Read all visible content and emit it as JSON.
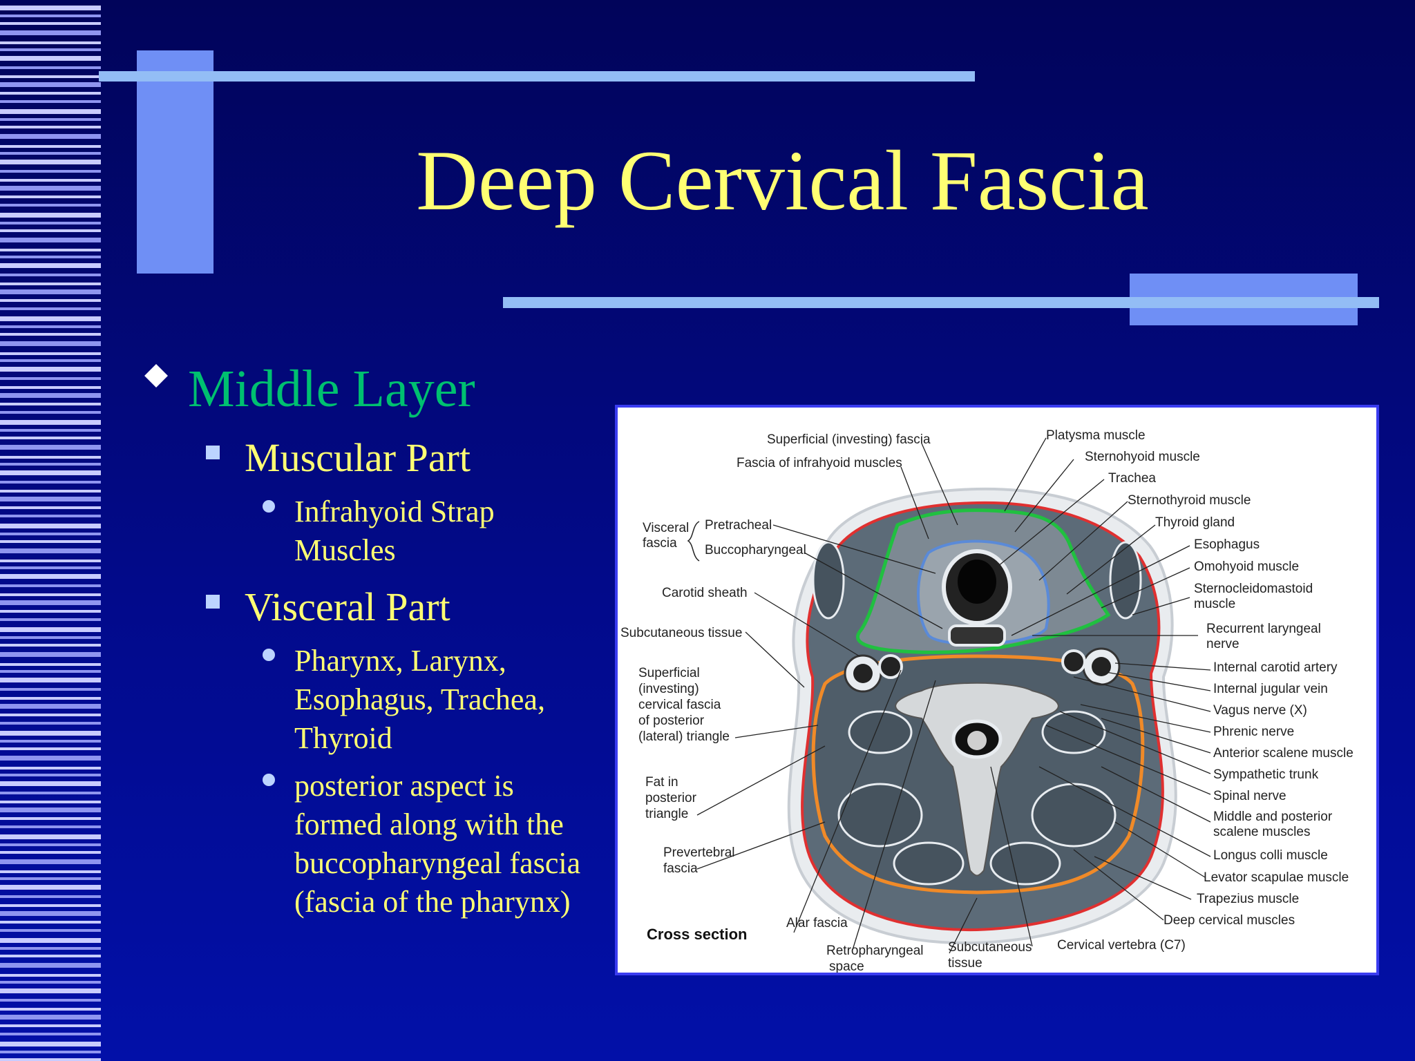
{
  "slide": {
    "title": "Deep Cervical Fascia",
    "bullets": {
      "level1": "Middle Layer",
      "muscular": "Muscular Part",
      "muscular_sub": [
        "Infrahyoid Strap",
        "Muscles"
      ],
      "visceral": "Visceral Part",
      "visceral_sub1": [
        "Pharynx, Larynx,",
        "Esophagus, Trachea,",
        "Thyroid"
      ],
      "visceral_sub2": [
        "posterior aspect is",
        "formed along with the",
        "buccopharyngeal fascia",
        "(fascia of the pharynx)"
      ]
    }
  },
  "figure": {
    "caption": "Cross section",
    "left_labels": {
      "superficial_investing_fascia": "Superficial (investing) fascia",
      "fascia_infrahyoid": "Fascia of infrahyoid muscles",
      "visceral_fascia": [
        "Visceral",
        "fascia"
      ],
      "pretracheal": "Pretracheal",
      "buccopharyngeal": "Buccopharyngeal",
      "carotid_sheath": "Carotid sheath",
      "subcutaneous_tissue": "Subcutaneous tissue",
      "superficial_cervical": [
        "Superficial",
        "(investing)",
        "cervical fascia",
        "of posterior",
        "(lateral) triangle"
      ],
      "fat_posterior": [
        "Fat in",
        "posterior",
        "triangle"
      ],
      "prevertebral": [
        "Prevertebral",
        "fascia"
      ],
      "alar": "Alar fascia",
      "retropharyngeal": [
        "Retropharyngeal",
        "space"
      ],
      "subcutaneous_bottom": [
        "Subcutaneous",
        "tissue"
      ],
      "cervical_vertebra": "Cervical vertebra (C7)"
    },
    "right_labels": [
      "Platysma muscle",
      "Sternohyoid muscle",
      "Trachea",
      "Sternothyroid muscle",
      "Thyroid gland",
      "Esophagus",
      "Omohyoid muscle",
      "Sternocleidomastoid",
      "muscle",
      "Recurrent laryngeal",
      "nerve",
      "Internal carotid artery",
      "Internal jugular vein",
      "Vagus nerve (X)",
      "Phrenic nerve",
      "Anterior scalene muscle",
      "Sympathetic trunk",
      "Spinal nerve",
      "Middle and posterior",
      "scalene muscles",
      "Longus colli muscle",
      "Levator scapulae muscle",
      "Trapezius muscle",
      "Deep cervical muscles"
    ]
  }
}
